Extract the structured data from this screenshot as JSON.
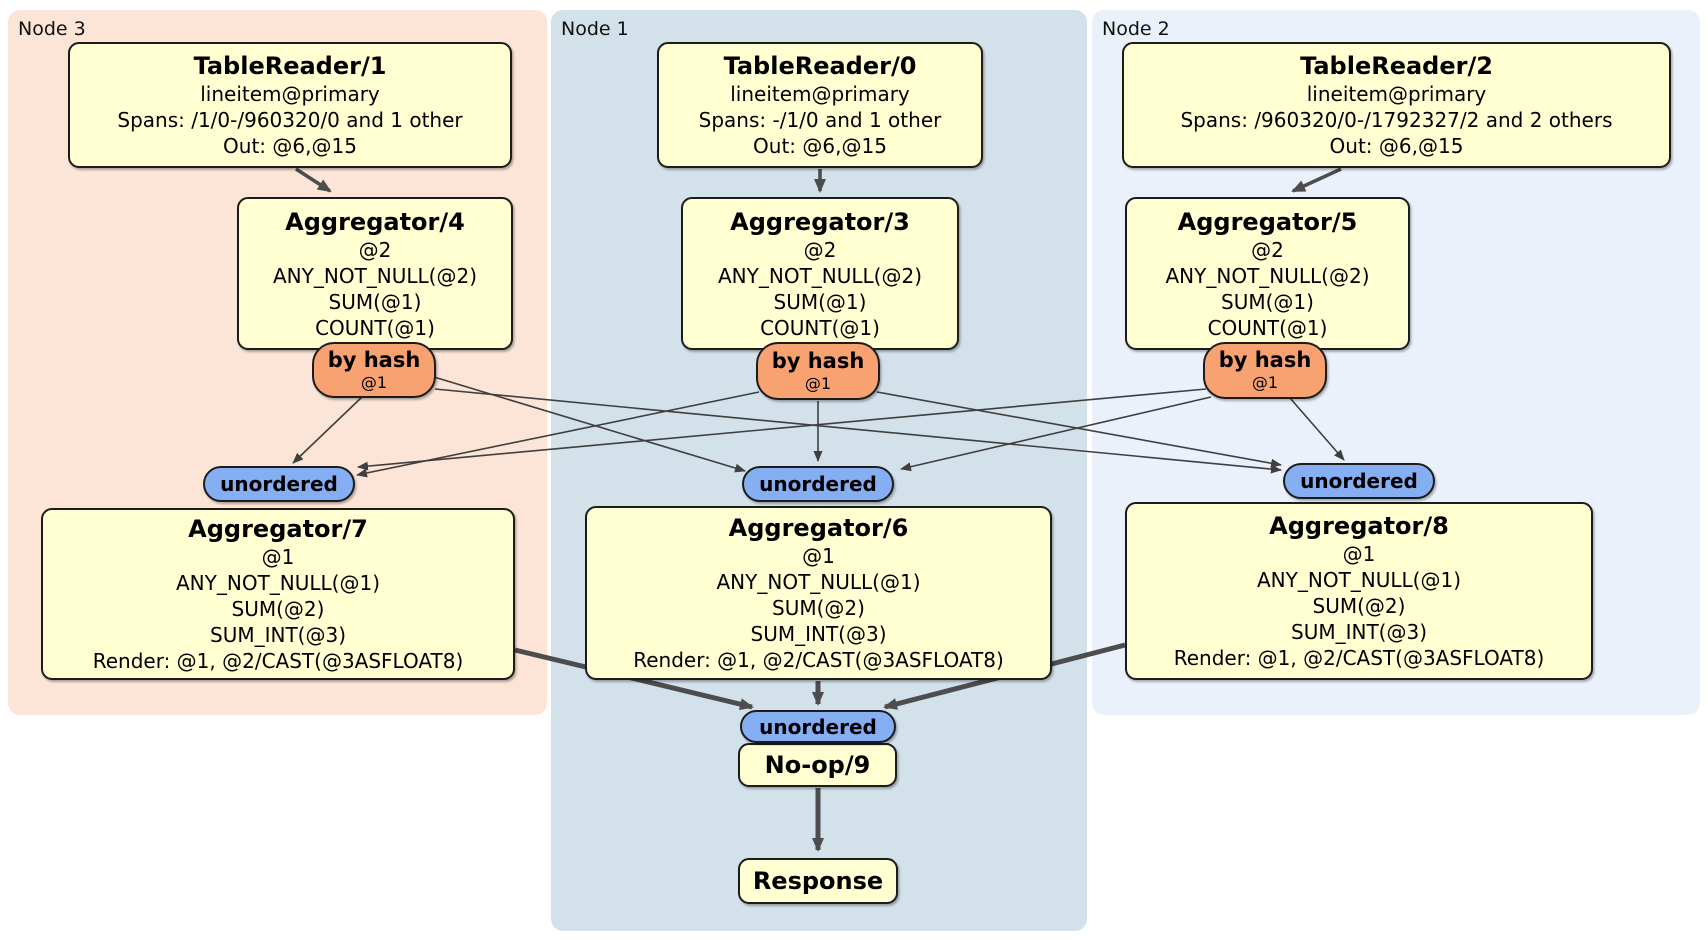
{
  "regions": [
    {
      "id": "node3",
      "label": "Node 3"
    },
    {
      "id": "node1",
      "label": "Node 1"
    },
    {
      "id": "node2",
      "label": "Node 2"
    }
  ],
  "processors": {
    "tr1": {
      "title": "TableReader/1",
      "lines": [
        "lineitem@primary",
        "Spans: /1/0-/960320/0 and 1 other",
        "Out: @6,@15"
      ]
    },
    "tr0": {
      "title": "TableReader/0",
      "lines": [
        "lineitem@primary",
        "Spans: -/1/0 and 1 other",
        "Out: @6,@15"
      ]
    },
    "tr2": {
      "title": "TableReader/2",
      "lines": [
        "lineitem@primary",
        "Spans: /960320/0-/1792327/2 and 2 others",
        "Out: @6,@15"
      ]
    },
    "agg4": {
      "title": "Aggregator/4",
      "lines": [
        "@2",
        "ANY_NOT_NULL(@2)",
        "SUM(@1)",
        "COUNT(@1)"
      ]
    },
    "agg3": {
      "title": "Aggregator/3",
      "lines": [
        "@2",
        "ANY_NOT_NULL(@2)",
        "SUM(@1)",
        "COUNT(@1)"
      ]
    },
    "agg5": {
      "title": "Aggregator/5",
      "lines": [
        "@2",
        "ANY_NOT_NULL(@2)",
        "SUM(@1)",
        "COUNT(@1)"
      ]
    },
    "agg7": {
      "title": "Aggregator/7",
      "lines": [
        "@1",
        "ANY_NOT_NULL(@1)",
        "SUM(@2)",
        "SUM_INT(@3)",
        "Render: @1, @2/CAST(@3ASFLOAT8)"
      ]
    },
    "agg6": {
      "title": "Aggregator/6",
      "lines": [
        "@1",
        "ANY_NOT_NULL(@1)",
        "SUM(@2)",
        "SUM_INT(@3)",
        "Render: @1, @2/CAST(@3ASFLOAT8)"
      ]
    },
    "agg8": {
      "title": "Aggregator/8",
      "lines": [
        "@1",
        "ANY_NOT_NULL(@1)",
        "SUM(@2)",
        "SUM_INT(@3)",
        "Render: @1, @2/CAST(@3ASFLOAT8)"
      ]
    },
    "noop": {
      "title": "No-op/9"
    },
    "response": {
      "title": "Response"
    }
  },
  "routers": [
    {
      "id": "by-hash-node3",
      "label": "by hash",
      "key": "@1"
    },
    {
      "id": "by-hash-node1",
      "label": "by hash",
      "key": "@1"
    },
    {
      "id": "by-hash-node2",
      "label": "by hash",
      "key": "@1"
    }
  ],
  "streams": [
    {
      "id": "unordered-node3",
      "label": "unordered"
    },
    {
      "id": "unordered-node1",
      "label": "unordered"
    },
    {
      "id": "unordered-node2",
      "label": "unordered"
    },
    {
      "id": "unordered-final",
      "label": "unordered"
    }
  ],
  "colors": {
    "node3_bg": "#fce4d7",
    "node1_bg": "#d2e1ea",
    "node2_bg": "#eaf1fb",
    "box_fill": "#ffffd2",
    "box_border": "#1c1c1c",
    "router_fill": "#f8a171",
    "stream_fill": "#85aef3",
    "edge_thin": "#3f3f3f",
    "edge_thick": "#4d4d4d"
  }
}
